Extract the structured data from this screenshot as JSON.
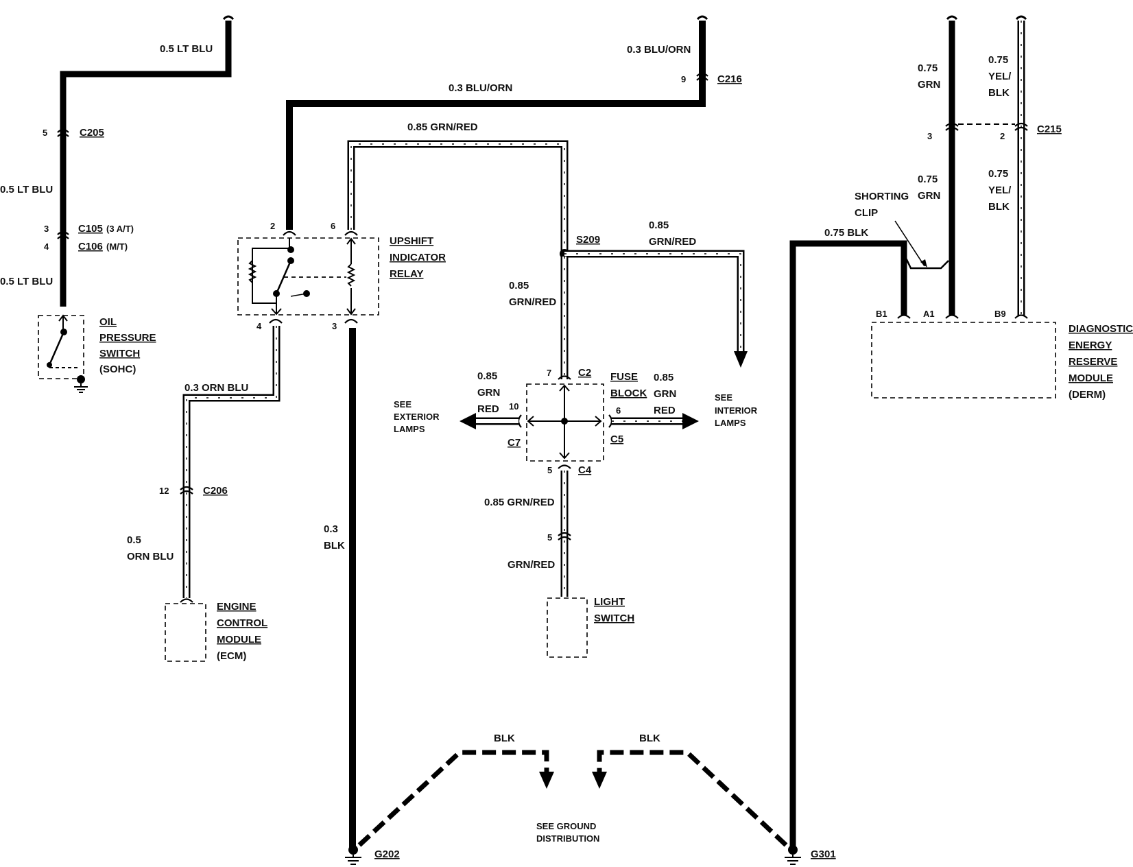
{
  "left": {
    "wire_top": "0.5 LT BLU",
    "c205": {
      "pin": "5",
      "name": "C205"
    },
    "wire_mid": "0.5 LT BLU",
    "c105": {
      "pin": "3",
      "name": "C105",
      "note": "(3 A/T)"
    },
    "c106": {
      "pin": "4",
      "name": "C106",
      "note": "(M/T)"
    },
    "wire_bottom": "0.5 LT BLU",
    "oil_switch": {
      "line1": "OIL",
      "line2": "PRESSURE",
      "line3": "SWITCH",
      "line4": "(SOHC)"
    }
  },
  "relay": {
    "name": {
      "line1": "UPSHIFT",
      "line2": "INDICATOR",
      "line3": "RELAY"
    },
    "pin_2": "2",
    "pin_6": "6",
    "pin_4": "4",
    "pin_3": "3",
    "wire_top": "0.3 BLU/ORN",
    "wire_grn_red": "0.85 GRN/RED",
    "wire_orn_blu": "0.3 ORN BLU",
    "wire_blk": {
      "line1": "0.3",
      "line2": "BLK"
    }
  },
  "c216": {
    "wire": "0.3 BLU/ORN",
    "pin": "9",
    "name": "C216"
  },
  "ecm": {
    "connector": {
      "pin": "12",
      "name": "C206"
    },
    "wire": {
      "line1": "0.5",
      "line2": "ORN BLU"
    },
    "name": {
      "line1": "ENGINE",
      "line2": "CONTROL",
      "line3": "MODULE",
      "line4": "(ECM)"
    }
  },
  "splice": {
    "name": "S209",
    "wire_right": {
      "line1": "0.85",
      "line2": "GRN/RED"
    },
    "wire_down": {
      "line1": "0.85",
      "line2": "GRN/RED"
    },
    "see_interior": {
      "line1": "SEE",
      "line2": "INTERIOR",
      "line3": "LAMPS"
    }
  },
  "fuse_block": {
    "name": {
      "line1": "FUSE",
      "line2": "BLOCK"
    },
    "c2": {
      "pin": "7",
      "name": "C2"
    },
    "c7": {
      "pin": "10",
      "name": "C7"
    },
    "c5": {
      "pin": "6",
      "name": "C5"
    },
    "c4": {
      "pin": "5",
      "name": "C4"
    },
    "left_wire": {
      "line1": "0.85",
      "line2": "GRN",
      "line3": "RED"
    },
    "right_wire": {
      "line1": "0.85",
      "line2": "GRN",
      "line3": "RED"
    },
    "see_exterior": {
      "line1": "SEE",
      "line2": "EXTERIOR",
      "line3": "LAMPS"
    },
    "wire_below": "0.85 GRN/RED"
  },
  "light_switch": {
    "pin": "5",
    "wire": "GRN/RED",
    "name": {
      "line1": "LIGHT",
      "line2": "SWITCH"
    }
  },
  "derm": {
    "wire_grn_top": {
      "line1": "0.75",
      "line2": "GRN"
    },
    "wire_yel_top": {
      "line1": "0.75",
      "line2": "YEL/",
      "line3": "BLK"
    },
    "c215": {
      "pin_a": "3",
      "pin_b": "2",
      "name": "C215"
    },
    "wire_grn_bot": {
      "line1": "0.75",
      "line2": "GRN"
    },
    "wire_yel_bot": {
      "line1": "0.75",
      "line2": "YEL/",
      "line3": "BLK"
    },
    "shorting_clip": {
      "line1": "SHORTING",
      "line2": "CLIP"
    },
    "wire_blk": "0.75 BLK",
    "pin_b1": "B1",
    "pin_a1": "A1",
    "pin_b9": "B9",
    "name": {
      "line1": "DIAGNOSTIC",
      "line2": "ENERGY",
      "line3": "RESERVE",
      "line4": "MODULE",
      "line5": "(DERM)"
    }
  },
  "ground": {
    "left_wire": "BLK",
    "right_wire": "BLK",
    "g202": "G202",
    "g301": "G301",
    "see": {
      "line1": "SEE GROUND",
      "line2": "DISTRIBUTION"
    }
  }
}
